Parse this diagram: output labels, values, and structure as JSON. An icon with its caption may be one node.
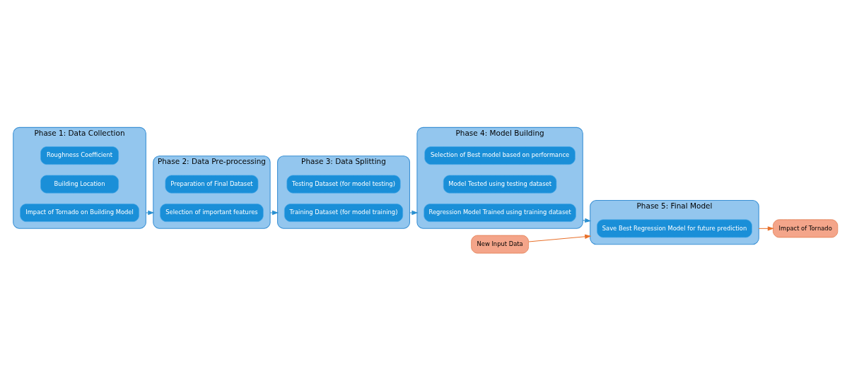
{
  "diagram": {
    "nodes": [
      {
        "text": [
          "Phase 1: Data Collection"
        ]
      },
      {
        "text": [
          "Impact of Tornado on Building Model"
        ],
        "in": 0
      },
      {
        "text": [
          "Building Location"
        ],
        "in": 0
      },
      {
        "text": [
          "Roughness Coefficient"
        ],
        "in": 0
      },
      {
        "text": [
          "Phase 2: Data Pre-processing"
        ]
      },
      {
        "text": [
          "Selection of important features"
        ],
        "in": 4
      },
      {
        "text": [
          "Preparation of Final Dataset"
        ],
        "in": 4
      },
      {
        "text": [
          "Phase 3: Data Splitting"
        ]
      },
      {
        "text": [
          "Training Dataset (for model training)"
        ],
        "in": 7
      },
      {
        "text": [
          "Testing Dataset (for model testing)"
        ],
        "in": 7
      },
      {
        "text": [
          "New Input Data"
        ]
      },
      {
        "text": [
          "Phase 5: Final Model"
        ]
      },
      {
        "text": [
          "Save Best Regression Model for future prediction"
        ],
        "in": 11
      },
      {
        "text": [
          "Impact of Tornado"
        ]
      },
      {
        "text": [
          "Phase 4: Model Building"
        ]
      },
      {
        "text": [
          "Regression Model Trained using training dataset"
        ],
        "in": 14
      },
      {
        "text": [
          "Model Tested using testing dataset"
        ],
        "in": 14
      },
      {
        "text": [
          "Selection of Best model based on performance"
        ],
        "in": 14
      }
    ],
    "edges": [
      {
        "from": 0,
        "to": 4,
        "arrow": "to"
      },
      {
        "from": 4,
        "to": 7,
        "arrow": "to"
      },
      {
        "from": 7,
        "to": 14,
        "arrow": "to"
      },
      {
        "from": 14,
        "to": 11,
        "arrow": "to"
      },
      {
        "from": 10,
        "to": 11,
        "arrow": "to",
        "color": "#e8702a"
      },
      {
        "from": 11,
        "to": 13,
        "arrow": "to",
        "color": "#e8702a"
      }
    ]
  }
}
